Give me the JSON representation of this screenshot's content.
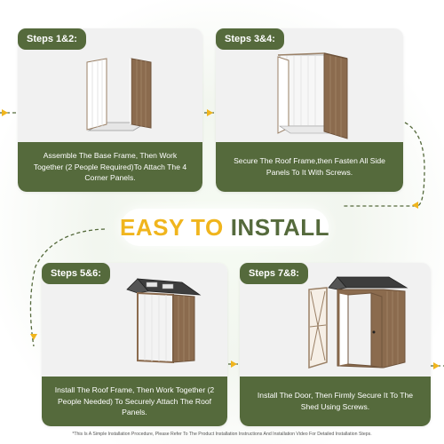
{
  "steps": [
    {
      "badge": "Steps 1&2:",
      "caption": "Assemble The Base Frame, Then Work Together (2 People Required)To Attach The 4 Corner Panels."
    },
    {
      "badge": "Steps 3&4:",
      "caption": "Secure The Roof Frame,then Fasten All Side Panels To It With Screws."
    },
    {
      "badge": "Steps 5&6:",
      "caption": "Install The Roof Frame, Then Work Together (2 People Needed) To Securely Attach The Roof Panels."
    },
    {
      "badge": "Steps 7&8:",
      "caption": "Install The Door, Then Firmly Secure It To The Shed Using Screws."
    }
  ],
  "headline": {
    "word1": "EASY TO",
    "word2": "INSTALL"
  },
  "footnote": "*This Is A Simple Installation Procedure, Please Refer To The Product Installation Instructions And Installation Video For Detailed Installation Steps.",
  "colors": {
    "brand_green": "#556a3c",
    "accent_yellow": "#f0b51d",
    "panel_brown": "#8b6b4e"
  },
  "icons": [
    "step-arrow-icon"
  ]
}
